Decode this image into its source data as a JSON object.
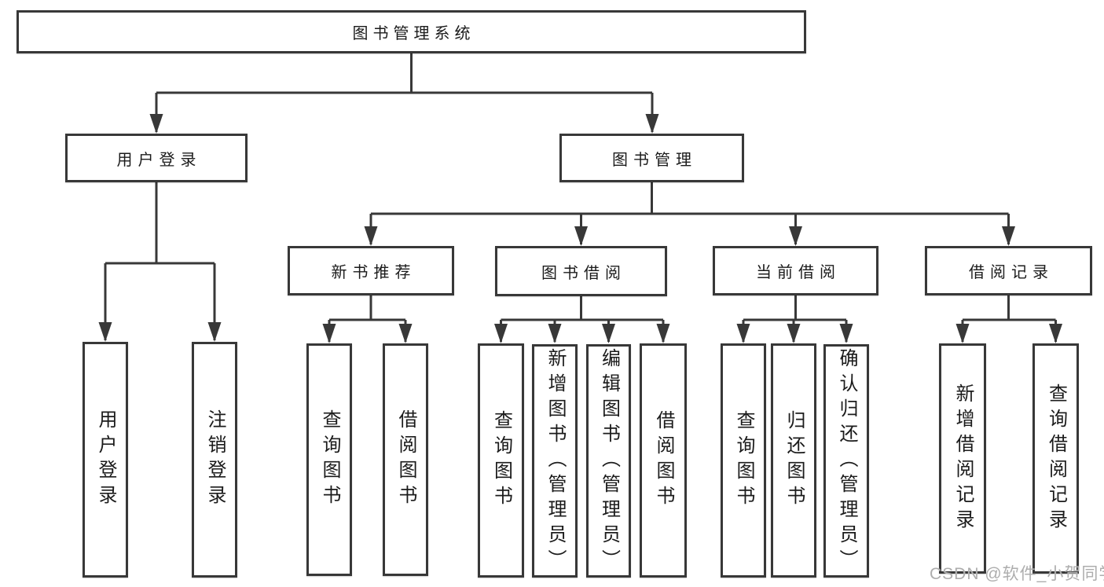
{
  "diagram": {
    "root": {
      "label": "图书管理系统",
      "children": [
        {
          "label": "用户登录",
          "children": [
            {
              "label": "用户登录"
            },
            {
              "label": "注销登录"
            }
          ]
        },
        {
          "label": "图书管理",
          "children": [
            {
              "label": "新书推荐",
              "children": [
                {
                  "label": "查询图书"
                },
                {
                  "label": "借阅图书"
                }
              ]
            },
            {
              "label": "图书借阅",
              "children": [
                {
                  "label": "查询图书"
                },
                {
                  "label": "新增图书（管理员）"
                },
                {
                  "label": "编辑图书（管理员）"
                },
                {
                  "label": "借阅图书"
                }
              ]
            },
            {
              "label": "当前借阅",
              "children": [
                {
                  "label": "查询图书"
                },
                {
                  "label": "归还图书"
                },
                {
                  "label": "确认归还（管理员）"
                }
              ]
            },
            {
              "label": "借阅记录",
              "children": [
                {
                  "label": "新增借阅记录"
                },
                {
                  "label": "查询借阅记录"
                }
              ]
            }
          ]
        }
      ]
    }
  },
  "watermark": {
    "text": "CSDN @软件_小贺同学"
  },
  "colors": {
    "line": "#383838",
    "border": "#383838",
    "text": "#1b1b1b",
    "watermark": "#adadad",
    "background": "#ffffff"
  }
}
